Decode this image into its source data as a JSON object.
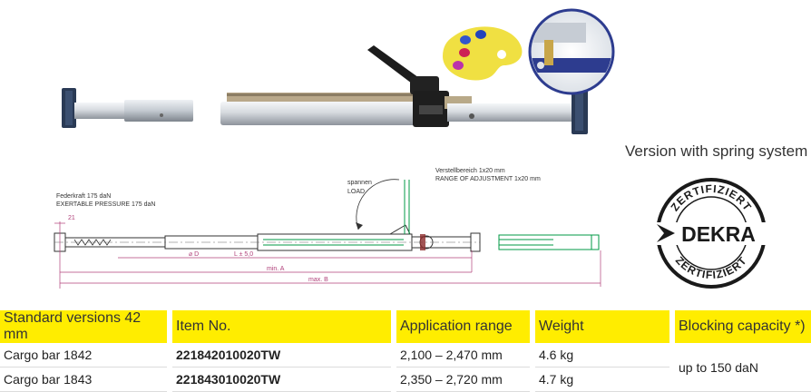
{
  "drawing": {
    "label_spring_de": "Federkraft 175 daN",
    "label_spring_en": "EXERTABLE PRESSURE 175 daN",
    "label_load_de": "spannen",
    "label_load_en": "LOAD",
    "label_adjust_de": "Verstellbereich 1x20 mm",
    "label_adjust_en": "RANGE OF ADJUSTMENT 1x20 mm",
    "dim_21": "21",
    "dim_d": "⌀ D",
    "dim_l": "L ± 5,0",
    "dim_min": "min. A",
    "dim_max": "max. B"
  },
  "version_text": "Version with spring system",
  "badge": {
    "brand": "DEKRA",
    "top_text": "ZERTIFIZIERT",
    "bottom_text": "ZERTIFIZIERT"
  },
  "table": {
    "headers": [
      "Standard versions 42 mm",
      "Item No.",
      "Application range",
      "Weight",
      "Blocking capacity *)"
    ],
    "rows": [
      {
        "name": "Cargo bar 1842",
        "item": "221842010020TW",
        "range": "2,100 – 2,470 mm",
        "weight": "4.6 kg"
      },
      {
        "name": "Cargo bar 1843",
        "item": "221843010020TW",
        "range": "2,350 – 2,720 mm",
        "weight": "4.7 kg"
      }
    ],
    "blocking": "up to 150 daN"
  },
  "colors": {
    "header_bg": "#ffed00",
    "bar_silver": "#c8ccd2",
    "bar_blue": "#2d3c8f",
    "drawing_green": "#009944",
    "drawing_magenta": "#b0407a"
  }
}
